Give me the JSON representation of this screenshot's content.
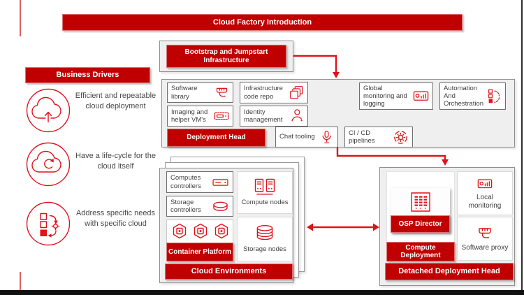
{
  "slide": {
    "title": "Cloud Factory Introduction"
  },
  "business_drivers": {
    "title": "Business Drivers",
    "items": [
      {
        "icon": "cloud-upload-icon",
        "text": "Efficient and repeatable cloud deployment"
      },
      {
        "icon": "cloud-lifecycle-icon",
        "text": "Have a life-cycle for the cloud itself"
      },
      {
        "icon": "specific-cloud-icon",
        "text": "Address specific needs with specific cloud"
      }
    ]
  },
  "bootstrap": {
    "label": "Bootstrap and Jumpstart Infrastructure"
  },
  "deployment_head": {
    "banner": "Deployment Head",
    "boxes": [
      {
        "label": "Software library",
        "icon": "software-library-icon"
      },
      {
        "label": "Infrastructure code repo",
        "icon": "code-repo-icon"
      },
      {
        "label": "Global monitoring and logging",
        "icon": "monitoring-icon"
      },
      {
        "label": "Automation And Orchestration",
        "icon": "automation-icon"
      },
      {
        "label": "Imaging and helper VM's",
        "icon": "imaging-vm-icon"
      },
      {
        "label": "Identity management",
        "icon": "identity-icon"
      },
      {
        "label": "Chat tooling",
        "icon": "microphone-icon"
      },
      {
        "label": "CI / CD pipelines",
        "icon": "cicd-gear-icon"
      }
    ]
  },
  "cloud_environments": {
    "banner": "Cloud Environments",
    "controllers": [
      {
        "label": "Computes controllers",
        "icon": "server-icon"
      },
      {
        "label": "Storage controllers",
        "icon": "disk-icon"
      }
    ],
    "container_platform": {
      "label": "Container Platform",
      "icon": "hexagon-containers-icon"
    },
    "nodes": [
      {
        "label": "Compute nodes",
        "icon": "compute-nodes-icon"
      },
      {
        "label": "Storage nodes",
        "icon": "storage-stack-icon"
      }
    ]
  },
  "detached_head": {
    "banner": "Detached Deployment Head",
    "osp_director": {
      "label": "OSP Director",
      "icon": "grid-table-icon"
    },
    "compute_deployment": {
      "label": "Compute Deployment"
    },
    "services": [
      {
        "label": "Local monitoring",
        "icon": "monitoring-icon"
      },
      {
        "label": "Software proxy",
        "icon": "software-proxy-icon"
      }
    ]
  },
  "colors": {
    "banner_red": "#c00000",
    "icon_red": "#e0121b",
    "panel_gray": "#efefef",
    "text_gray": "#3f3f3f",
    "footer_black": "#111111"
  }
}
